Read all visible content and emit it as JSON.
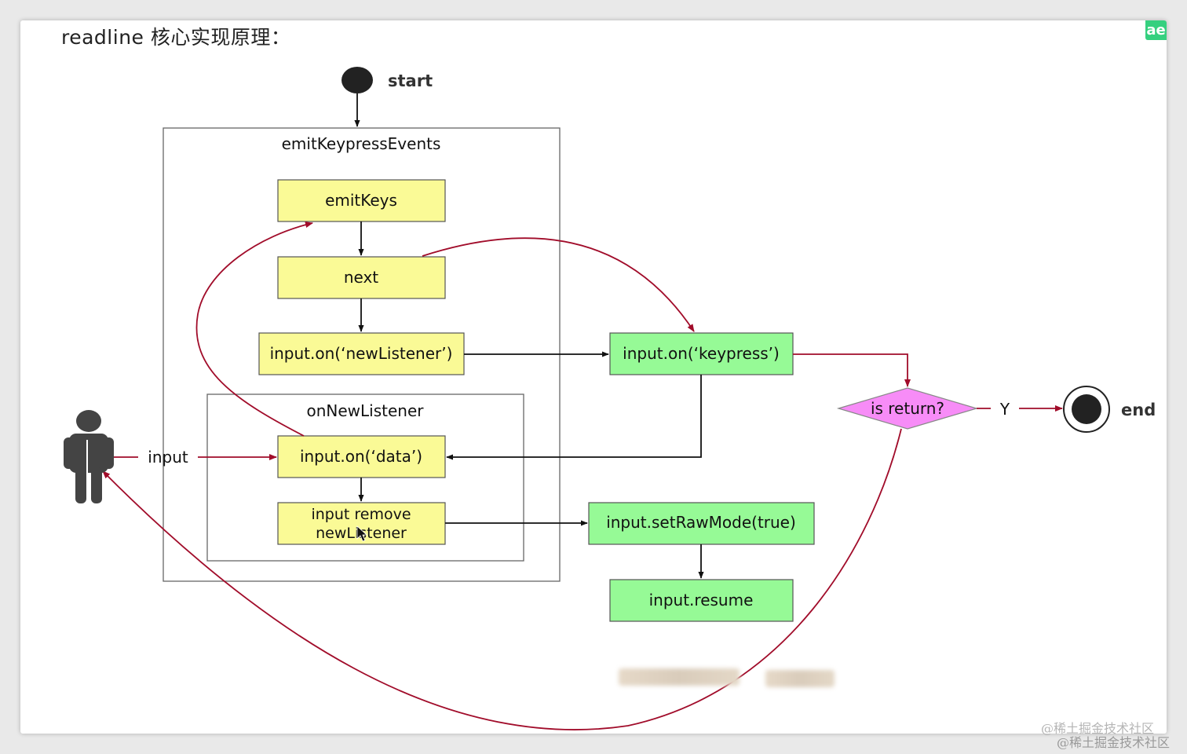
{
  "heading": "readline 核心实现原理：",
  "badge": "ae",
  "watermark": "@稀土掘金技术社区",
  "diagram": {
    "start_label": "start",
    "end_label": "end",
    "outer_frame_title": "emitKeypressEvents",
    "inner_frame_title": "onNewListener",
    "nodes": {
      "emitKeys": "emitKeys",
      "next": "next",
      "newListener": "input.on(‘newListener’)",
      "data": "input.on(‘data’)",
      "removeLine1": "input remove",
      "removeLine2": "newListener",
      "keypress": "input.on(‘keypress’)",
      "setRawMode": "input.setRawMode(true)",
      "resume": "input.resume",
      "decision": "is return?"
    },
    "edge_labels": {
      "input": "input",
      "yes": "Y"
    },
    "colors": {
      "yellow": "#fafa96",
      "green": "#96fa96",
      "decision": "#f78cf7",
      "red_arrow": "#a10c2a",
      "black_arrow": "#111111"
    }
  }
}
